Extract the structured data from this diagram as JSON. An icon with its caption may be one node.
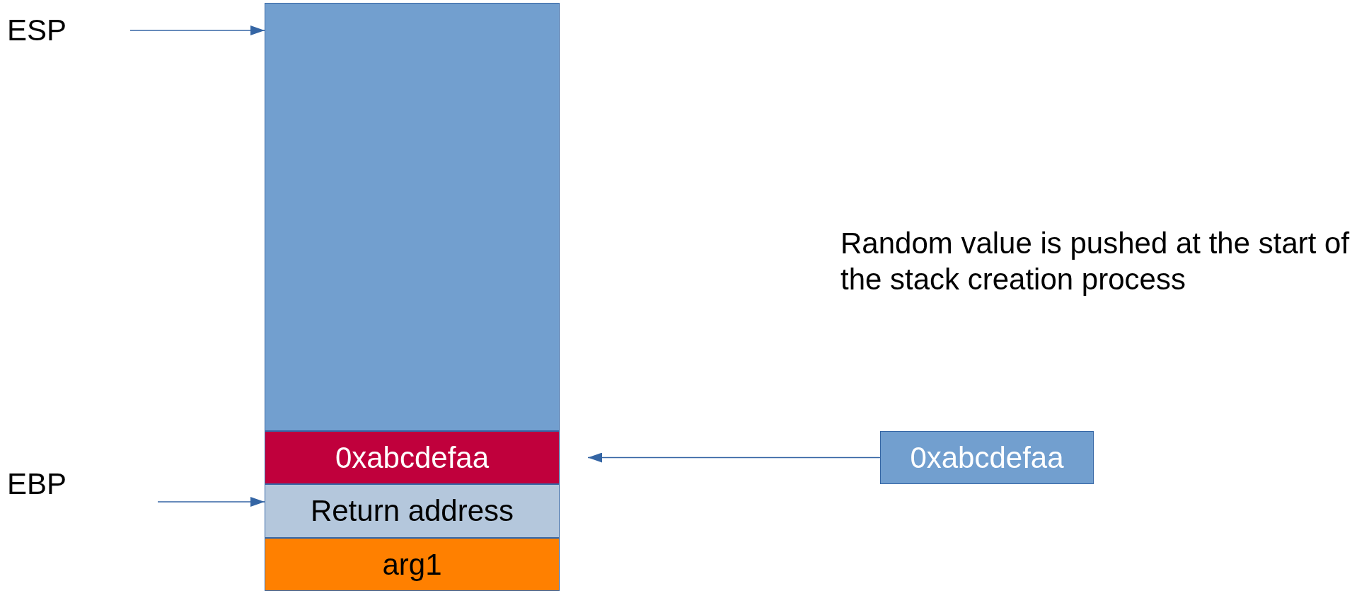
{
  "diagram": {
    "nodes": [
      {
        "text": [
          "ESP"
        ]
      },
      {
        "text": [],
        "shape": "box"
      },
      {
        "text": [
          "0xabcdefaa"
        ]
      },
      {
        "text": [
          "Return address"
        ]
      },
      {
        "text": [
          "arg1"
        ]
      },
      {
        "text": [
          "EBP"
        ]
      },
      {
        "text": [
          "0xabcdefaa"
        ]
      }
    ],
    "edges": [
      {
        "from": 0,
        "to": 1,
        "arrow": "to"
      },
      {
        "from": 5,
        "to": 3,
        "arrow": "to"
      },
      {
        "from": 6,
        "to": 2,
        "arrow": "to"
      }
    ],
    "labels": [
      "Random value is pushed at the start of the stack creation process"
    ]
  }
}
